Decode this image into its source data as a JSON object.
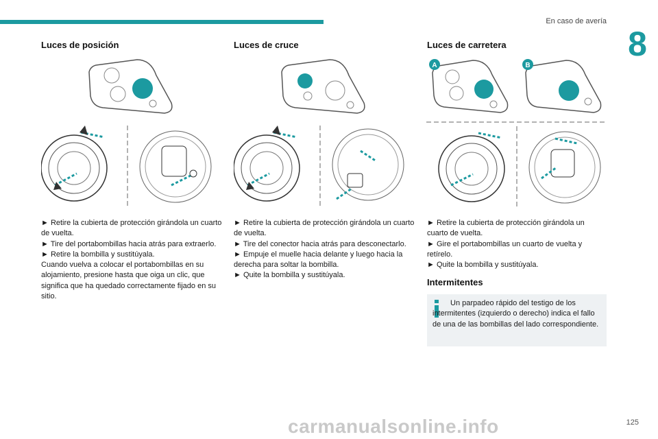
{
  "header": {
    "chapter_title": "En caso de avería",
    "chapter_number": "8",
    "accent_color": "#1c9aa0"
  },
  "columns": [
    {
      "title": "Luces de posición",
      "paragraphs": [
        "► Retire la cubierta de protección girándola un cuarto de vuelta.",
        "► Tire del portabombillas hacia atrás para extraerlo.",
        "► Retire la bombilla y sustitúyala.",
        "Cuando vuelva a colocar el portabombillas en su alojamiento, presione hasta que oiga un clic, que significa que ha quedado correctamente fijado en su sitio."
      ]
    },
    {
      "title": "Luces de cruce",
      "paragraphs": [
        "► Retire la cubierta de protección girándola un cuarto de vuelta.",
        "► Tire del conector hacia atrás para desconectarlo.",
        "► Empuje el muelle hacia delante y luego hacia la derecha para soltar la bombilla.",
        "► Quite la bombilla y sustitúyala."
      ]
    },
    {
      "title": "Luces de carretera",
      "figure_labels": [
        "A",
        "B"
      ],
      "paragraphs": [
        "► Retire la cubierta de protección girándola un cuarto de vuelta.",
        "► Gire el portabombillas un cuarto de vuelta y retírelo.",
        "► Quite la bombilla y sustitúyala."
      ]
    }
  ],
  "intermitentes": {
    "title": "Intermitentes",
    "info_text": "Un parpadeo rápido del testigo de los intermitentes (izquierdo o derecho) indica el fallo de una de las bombillas del lado correspondiente."
  },
  "footer": {
    "page_number": "125",
    "watermark": "carmanualsonline.info"
  }
}
